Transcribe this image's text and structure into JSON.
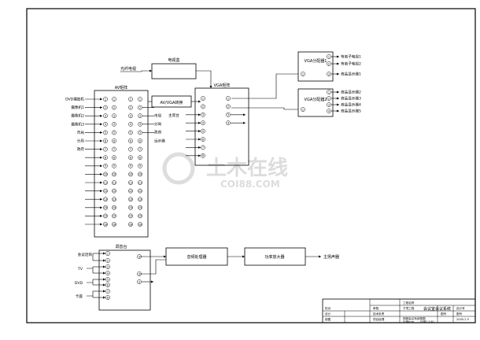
{
  "blocks": {
    "tv_box": "电视盒",
    "fiber_tv": "光纤电视",
    "av_matrix": "AV矩阵",
    "av_vga": "AV/VGA转换",
    "vga_matrix": "VGA矩阵",
    "vga_split1": "VGA分配器1",
    "vga_split2": "VGA分配器2",
    "mixer": "调音台",
    "audio_proc": "音频处理器",
    "power_amp": "功率放大器",
    "speaker": "主扬声器"
  },
  "av_inputs": [
    "DVD播放机",
    "摄像机1",
    "摄像机2",
    "摄像机3",
    "市局",
    "分局",
    "政府"
  ],
  "av_outputs": [
    "市局",
    "分局",
    "政府",
    "远示器"
  ],
  "vga_inputs": [
    "主席台"
  ],
  "split1_outputs": [
    "等离子电视1",
    "等离子电视2",
    "液晶显示器1"
  ],
  "split2_outputs": [
    "液晶显示器2",
    "液晶显示器3",
    "液晶显示器4",
    "液晶显示器5"
  ],
  "mixer_inputs": [
    "会议话筒",
    "TV",
    "DVD",
    "卡座"
  ],
  "watermark": {
    "main": "土木在线",
    "sub": "COI88.COM"
  },
  "title_block": {
    "row1": "工程名称",
    "row2": "子项工程",
    "project": "会议室会议系统",
    "design": "设计",
    "draw": "制图",
    "check": "校对",
    "tech_lead": "技术负责",
    "proj_lead": "项目经理",
    "audit": "审核",
    "drawing_title": "视频会议系统框图",
    "design_no": "设计号",
    "drawing_no": "图号",
    "sheet_no": "图号",
    "scale": "比例1:100",
    "unit": "比例mm",
    "date": "2005.2.5"
  }
}
